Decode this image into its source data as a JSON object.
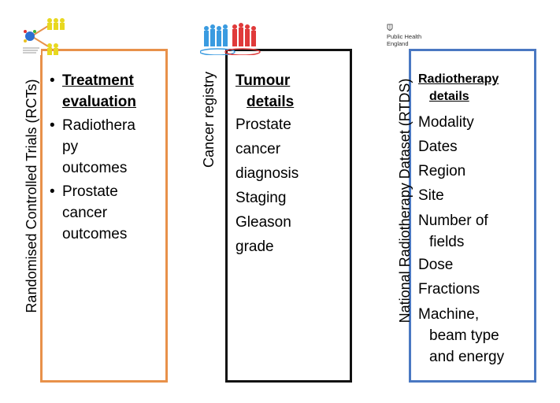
{
  "columns": [
    {
      "vertical_label": "Randomised Controlled Trials (RCTs)",
      "border_color": "#E8914A",
      "items": [
        {
          "text": "Treatment evaluation",
          "heading": true
        },
        {
          "text": "Radiotherapy outcomes",
          "display": [
            "Radiothera",
            "py",
            "outcomes"
          ]
        },
        {
          "text": "Prostate cancer outcomes",
          "display": [
            "Prostate",
            "cancer",
            "outcomes"
          ]
        }
      ],
      "heading_lines": [
        "Treatment",
        "evaluation"
      ],
      "icon": "rct-diagram-icon"
    },
    {
      "vertical_label": "Cancer registry",
      "border_color": "#111111",
      "heading_lines": [
        "Tumour",
        "details"
      ],
      "lines": [
        "Prostate",
        "cancer",
        "diagnosis",
        "Staging",
        "Gleason",
        "grade"
      ],
      "icon": "people-groups-icon"
    },
    {
      "vertical_label": "National Radiotherapy Dataset (RTDS)",
      "border_color": "#4A78C2",
      "heading_lines": [
        "Radiotherapy",
        "details"
      ],
      "items": [
        {
          "lines": [
            "Modality"
          ]
        },
        {
          "lines": [
            "Dates"
          ]
        },
        {
          "lines": [
            "Region"
          ]
        },
        {
          "lines": [
            "Site"
          ]
        },
        {
          "lines": [
            "Number of",
            "fields"
          ]
        },
        {
          "lines": [
            "Dose"
          ]
        },
        {
          "lines": [
            "Fractions"
          ]
        },
        {
          "lines": [
            "Machine,",
            "beam type",
            "and energy"
          ]
        }
      ],
      "logo_lines": [
        "Public Health",
        "England"
      ],
      "icon": "phe-crest-icon"
    }
  ]
}
